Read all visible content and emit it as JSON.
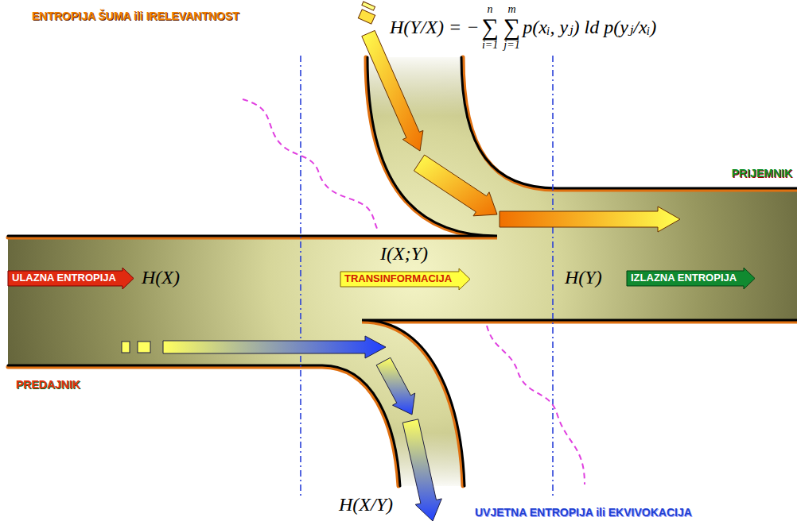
{
  "diagram": {
    "nodes": [
      {
        "text": [
          "ULAZNA ENTROPIJA"
        ]
      },
      {
        "text": [
          "TRANSINFORMACIJA"
        ]
      },
      {
        "text": [
          "IZLAZNA ENTROPIJA"
        ]
      }
    ],
    "labels": [
      "ENTROPIJA ŠUMA ili IRELEVANTNOST",
      "H(Y/X) = −",
      "n",
      "∑",
      "i=1",
      "m",
      "∑",
      "j=1",
      "p(xᵢ, yⱼ) ld p(yⱼ/xᵢ)",
      "PRIJEMNIK",
      "H(X)",
      "I(X;Y)",
      "H(Y)",
      "PREDAJNIK",
      "H(X/Y)",
      "UVJETNA ENTROPIJA ili EKVIVOKACIJA"
    ]
  }
}
